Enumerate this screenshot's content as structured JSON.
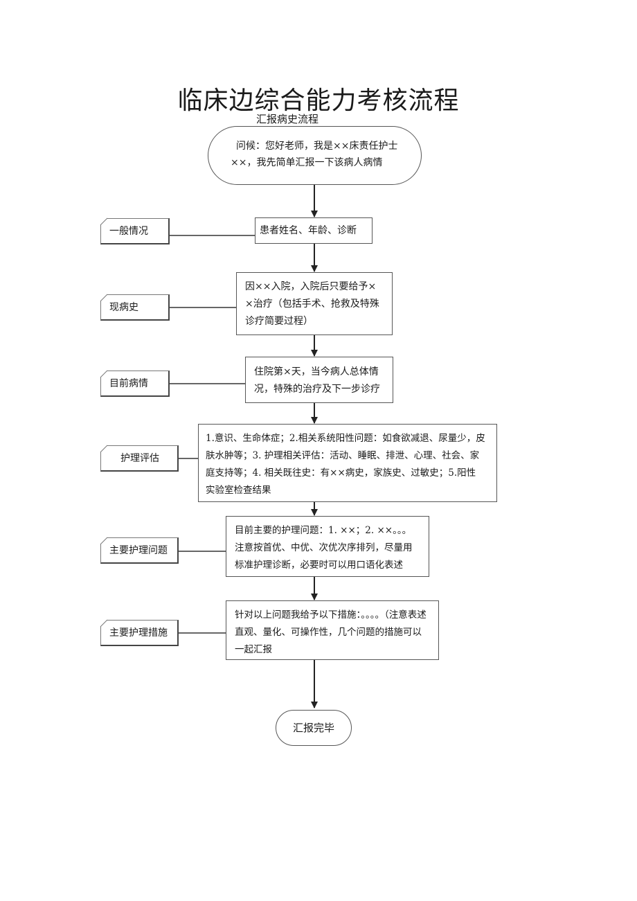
{
  "title": "临床边综合能力考核流程",
  "subtitle": "汇报病史流程",
  "start": {
    "line1": "问候：您好老师，我是××床责任护士",
    "line2": "××，我先简单汇报一下该病人病情"
  },
  "steps": [
    {
      "side_label": "一般情况",
      "lines": [
        "患者姓名、年龄、诊断"
      ]
    },
    {
      "side_label": "现病史",
      "lines": [
        "因××入院，入院后只要给予×",
        "×治疗（包括手术、抢救及特殊",
        "诊疗简要过程）"
      ]
    },
    {
      "side_label": "目前病情",
      "lines": [
        "住院第×天，当今病人总体情",
        "况，特殊的治疗及下一步诊疗"
      ]
    },
    {
      "side_label": "护理评估",
      "lines": [
        "1.意识、生命体症；2.相关系统阳性问题：如食欲减退、尿量少，皮",
        "肤水肿等；3. 护理相关评估：活动、睡眠、排泄、心理、社会、家",
        "庭支持等；4. 相关既往史：有××病史，家族史、过敏史；5.阳性",
        "实验室检查结果"
      ]
    },
    {
      "side_label": "主要护理问题",
      "lines": [
        "目前主要的护理问题：1. ××；2. ××。。。",
        "注意按首优、中优、次优次序排列，尽量用",
        "标准护理诊断，必要时可以用口语化表述"
      ]
    },
    {
      "side_label": "主要护理措施",
      "lines": [
        "针对以上问题我给予以下措施：。。。。（注意表述",
        "直观、量化、可操作性，几个问题的措施可以",
        "一起汇报"
      ]
    }
  ],
  "end": {
    "label": "汇报完毕"
  }
}
